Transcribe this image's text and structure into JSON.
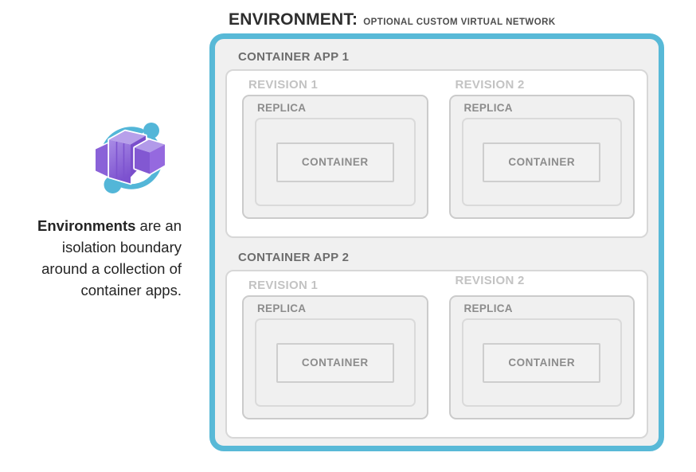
{
  "title": {
    "main": "ENVIRONMENT:",
    "subtitle": "OPTIONAL CUSTOM VIRTUAL NETWORK"
  },
  "caption": {
    "line1_bold": "Environments",
    "line1_rest": " are an",
    "line2": "isolation boundary",
    "line3": "around a collection of",
    "line4": "container apps."
  },
  "icon": {
    "name": "azure-container-apps-icon",
    "teal": "#53b6d8",
    "purple_front": "#9372de",
    "purple_dark": "#7a4ecb",
    "purple_light": "#b7a0ea"
  },
  "environment": {
    "apps": [
      {
        "label": "CONTAINER APP 1",
        "revisions": [
          {
            "label": "REVISION 1",
            "replica": "REPLICA",
            "container": "CONTAINER"
          },
          {
            "label": "REVISION 2",
            "replica": "REPLICA",
            "container": "CONTAINER"
          }
        ]
      },
      {
        "label": "CONTAINER APP 2",
        "revisions": [
          {
            "label": "REVISION 1",
            "replica": "REPLICA",
            "container": "CONTAINER"
          },
          {
            "label": "REVISION 2",
            "replica": "REPLICA",
            "container": "CONTAINER"
          }
        ]
      }
    ]
  },
  "colors": {
    "environment_border": "#58b9d7",
    "environment_bg": "#f0f0f0",
    "app_box_bg": "#ffffff",
    "revision_box_bg": "#f0f0f0",
    "title_text": "#2e2e2e",
    "app_label_text": "#6d6d6d",
    "revision_label_text": "#c3c3c3",
    "replica_label_text": "#8c8c8c"
  }
}
